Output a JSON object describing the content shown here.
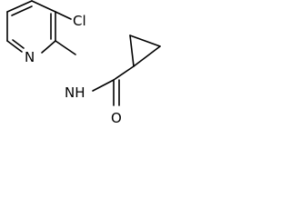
{
  "molecule": {
    "atoms": {
      "cl": "Cl",
      "n_ring": "N",
      "nh": "NH",
      "o": "O"
    }
  }
}
